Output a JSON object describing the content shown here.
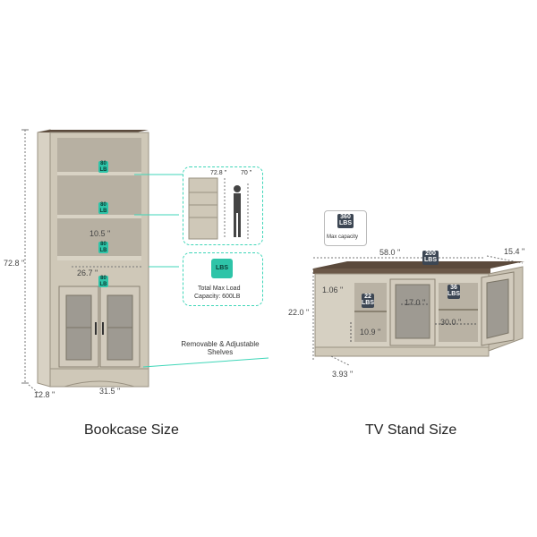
{
  "bookcase": {
    "caption": "Bookcase Size",
    "height": "72.8 \"",
    "depth": "12.8 \"",
    "width": "31.5 \"",
    "shelf_gap": "10.5 \"",
    "cabinet_height": "26.7 \"",
    "shelf_load": "80",
    "shelf_load_unit": "LB"
  },
  "scale_callout": {
    "height_a": "72.8 \"",
    "height_b": "70 \""
  },
  "load_callout": {
    "icon_text": "LBS",
    "line1": "Total Max Load",
    "line2": "Capacity: 600LB"
  },
  "shelves_note": {
    "line1": "Removable & Adjustable",
    "line2": "Shelves"
  },
  "tv_stand": {
    "caption": "TV Stand Size",
    "max_capacity_value": "360",
    "max_capacity_unit": "LBS",
    "max_capacity_label": "Max capacity",
    "width": "58.0 \"",
    "depth": "15.4 \"",
    "height": "22.0 \"",
    "top_thickness": "1.06 \"",
    "top_load": "200",
    "top_load_unit": "LBS",
    "left_load": "22",
    "left_load_unit": "LBS",
    "right_load": "36",
    "right_load_unit": "LBS",
    "center_width": "17.0 \"",
    "left_shelf_height": "10.9 \"",
    "center_shelf_width": "30.0 \"",
    "leg_height": "3.93 \""
  },
  "colors": {
    "accent": "#2ec4a8",
    "wood_light": "#cfc8b8",
    "wood_dark": "#5b4a3c",
    "badge_dark": "#3c4653"
  }
}
